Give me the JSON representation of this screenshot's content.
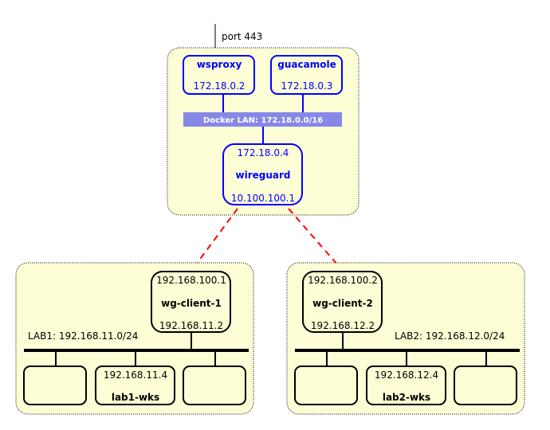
{
  "ingress": {
    "label": "port 443"
  },
  "docker_host": {
    "containers": [
      {
        "name": "wsproxy",
        "ip": "172.18.0.2"
      },
      {
        "name": "guacamole",
        "ip": "172.18.0.3"
      }
    ],
    "lan_label": "Docker LAN: 172.18.0.0/16",
    "wireguard": {
      "name": "wireguard",
      "ip_top": "172.18.0.4",
      "ip_bottom": "10.100.100.1"
    }
  },
  "labs": [
    {
      "client": {
        "name": "wg-client-1",
        "ip_top": "192.168.100.1",
        "ip_bottom": "192.168.11.2"
      },
      "lan_label": "LAB1: 192.168.11.0/24",
      "wks": {
        "name": "lab1-wks",
        "ip": "192.168.11.4"
      }
    },
    {
      "client": {
        "name": "wg-client-2",
        "ip_top": "192.168.100.2",
        "ip_bottom": "192.168.12.2"
      },
      "lan_label": "LAB2: 192.168.12.0/24",
      "wks": {
        "name": "lab2-wks",
        "ip": "192.168.12.4"
      }
    }
  ],
  "colors": {
    "container_fill": "#fdfdd6",
    "docker_node": "#0000ff",
    "lan_bar": "#8787e8",
    "tunnel": "#ff0000"
  }
}
